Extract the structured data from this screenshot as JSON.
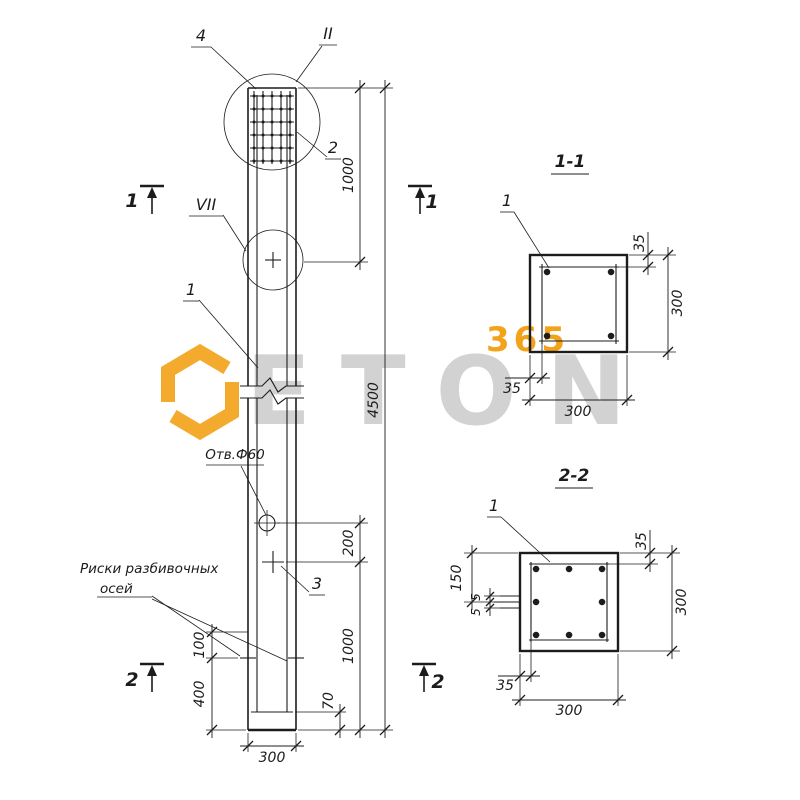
{
  "colors": {
    "orange": "#F2A31B",
    "gray": "#c7c7c7",
    "ink": "#1c1c1c"
  },
  "watermark": {
    "brand": "ETON",
    "badge": "365"
  },
  "elevation": {
    "callout_4": "4",
    "callout_II": "II",
    "callout_2": "2",
    "callout_VII": "VII",
    "callout_1": "1",
    "callout_hole": "Отв.Ф60",
    "callout_3": "3",
    "note_line1": "Риски разбивочных",
    "note_line2": "осей",
    "dim_top_1000": "1000",
    "dim_overall_4500": "4500",
    "dim_200": "200",
    "dim_bottom_1000": "1000",
    "dim_100": "100",
    "dim_400": "400",
    "dim_70": "70",
    "dim_width_300": "300",
    "marker_1_left": "1",
    "marker_1_right": "1",
    "marker_2_left": "2",
    "marker_2_right": "2"
  },
  "section11": {
    "title": "1-1",
    "callout_1": "1",
    "dim_cover_top": "35",
    "dim_height_300": "300",
    "dim_cover_left": "35",
    "dim_width_300": "300"
  },
  "section22": {
    "title": "2-2",
    "callout_1": "1",
    "dim_cover_top": "35",
    "dim_height_300": "300",
    "dim_cover_left": "35",
    "dim_width_300": "300",
    "dim_150": "150",
    "dim_5a": "5",
    "dim_5b": "5"
  }
}
